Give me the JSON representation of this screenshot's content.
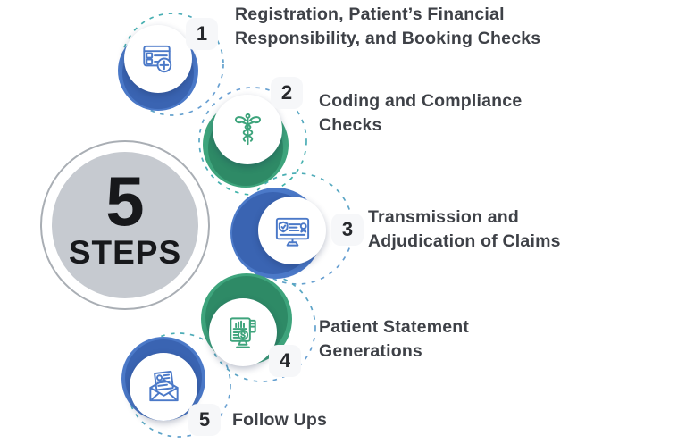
{
  "center": {
    "number": "5",
    "label": "STEPS"
  },
  "steps": [
    {
      "num": "1",
      "icon": "registration-form-icon",
      "lines": [
        "Registration, Patient’s Financial",
        "Responsibility, and Booking Checks"
      ]
    },
    {
      "num": "2",
      "icon": "caduceus-icon",
      "lines": [
        "Coding and Compliance",
        "Checks"
      ]
    },
    {
      "num": "3",
      "icon": "claims-monitor-icon",
      "lines": [
        "Transmission and",
        "Adjudication of Claims"
      ]
    },
    {
      "num": "4",
      "icon": "billing-statement-icon",
      "lines": [
        "Patient Statement",
        "Generations"
      ]
    },
    {
      "num": "5",
      "icon": "envelope-statement-icon",
      "lines": [
        "Follow Ups"
      ]
    }
  ],
  "palette": {
    "blue": "#4b79c8",
    "blue_dark": "#3a64b2",
    "green": "#3ea47c",
    "green_dark": "#2e8a66",
    "gray_circle": "#c6cad0",
    "ring_border": "#a9aeb4",
    "dash_teal": "#3fb3a9",
    "dash_blue": "#6f9bd9",
    "text": "#3e4147",
    "chip_bg": "#f6f7f9",
    "num_color": "#26282c"
  }
}
